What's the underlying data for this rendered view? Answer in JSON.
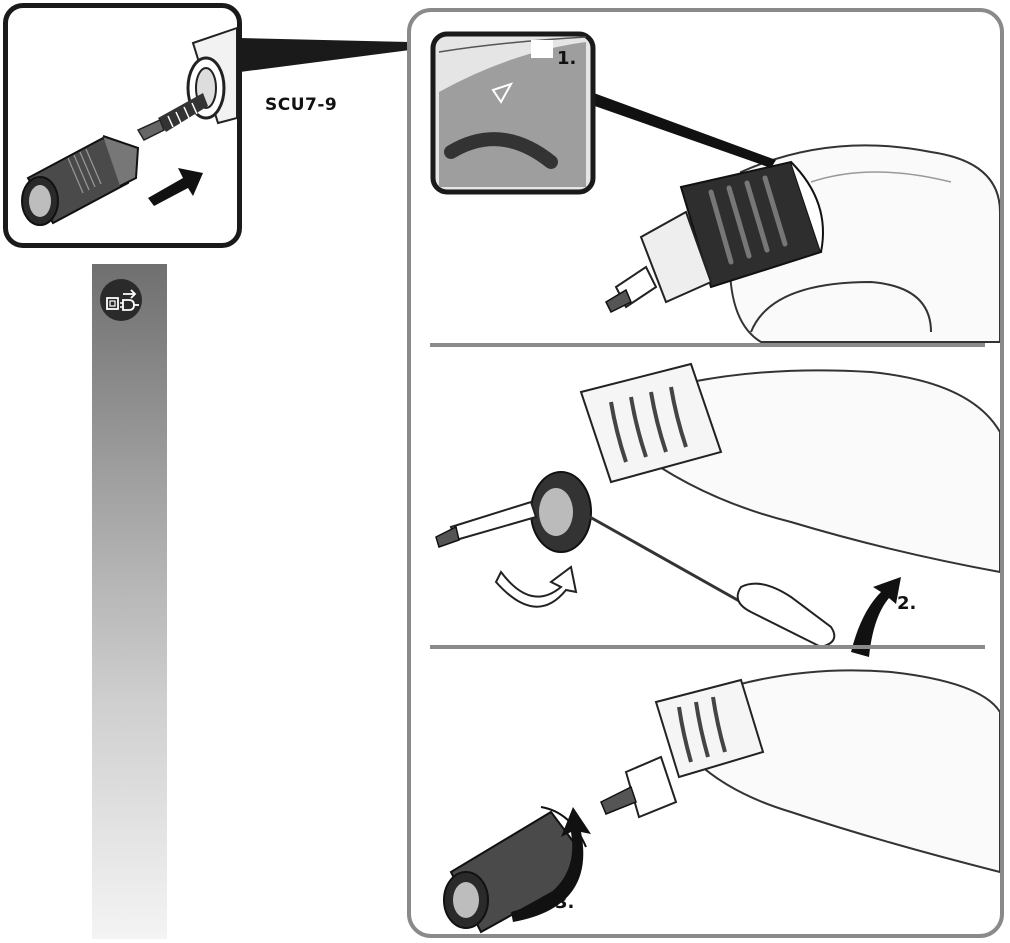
{
  "inset": {
    "model": "SCU7-9"
  },
  "steps": [
    {
      "label": "1."
    },
    {
      "label": "2."
    },
    {
      "label": "3."
    }
  ],
  "icons": {
    "badge": "unplug-before-servicing-icon",
    "step1_arrow": "rotate-adjusting-ring-icon",
    "step2_arrow_down": "rotate-down-arrow-icon",
    "step2_arrow_up": "lift-arrow-icon",
    "step3_arrow": "twist-on-arrow-icon",
    "inset_arrow": "push-on-arrow-icon"
  },
  "colors": {
    "frame": "#8a8a8a",
    "ink": "#1a1a1a",
    "bar_top": "#6f6f6f",
    "bar_bottom": "#f4f4f4"
  }
}
